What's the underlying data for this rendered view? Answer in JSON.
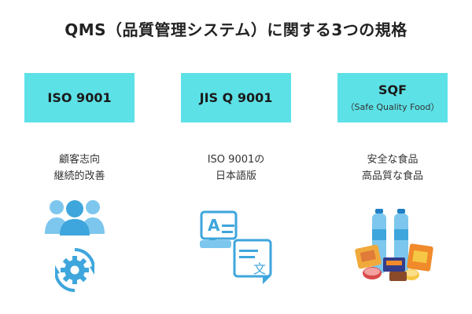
{
  "title": "QMS（品質管理システム）に関する3つの規格",
  "colors": {
    "box_fill": "#5ce1e6",
    "icon_blue": "#3ea6dc",
    "icon_light": "#7dc7ee",
    "icon_dark": "#1f7fc4"
  },
  "standards": [
    {
      "name": "ISO 9001",
      "subtitle": "",
      "description_lines": [
        "顧客志向",
        "継続的改善"
      ],
      "icons": [
        "team-people-icon",
        "gear-cycle-icon"
      ]
    },
    {
      "name": "JIS Q 9001",
      "subtitle": "",
      "description_lines": [
        "ISO 9001の",
        "日本語版"
      ],
      "icons": [
        "translation-icon"
      ]
    },
    {
      "name": "SQF",
      "subtitle": "（Safe Quality Food）",
      "description_lines": [
        "安全な食品",
        "高品質な食品"
      ],
      "icons": [
        "food-products-icon"
      ]
    }
  ]
}
